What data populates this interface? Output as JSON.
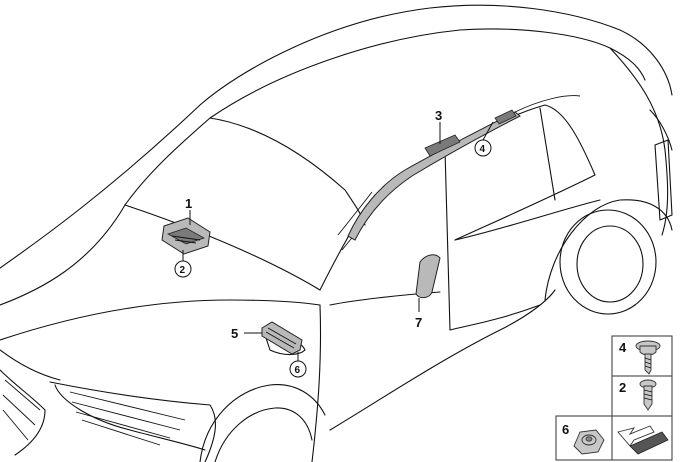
{
  "callouts": {
    "c1": "1",
    "c2": "2",
    "c3": "3",
    "c4": "4",
    "c5": "5",
    "c6": "6",
    "c7": "7"
  },
  "legend": {
    "row1": "4",
    "row2": "2",
    "row3": "6"
  },
  "icons": {
    "screw_with_washer": "screw-washer-icon",
    "screw": "screw-icon",
    "nut": "nut-icon",
    "reference_arrow": "reference-arrow-icon"
  }
}
